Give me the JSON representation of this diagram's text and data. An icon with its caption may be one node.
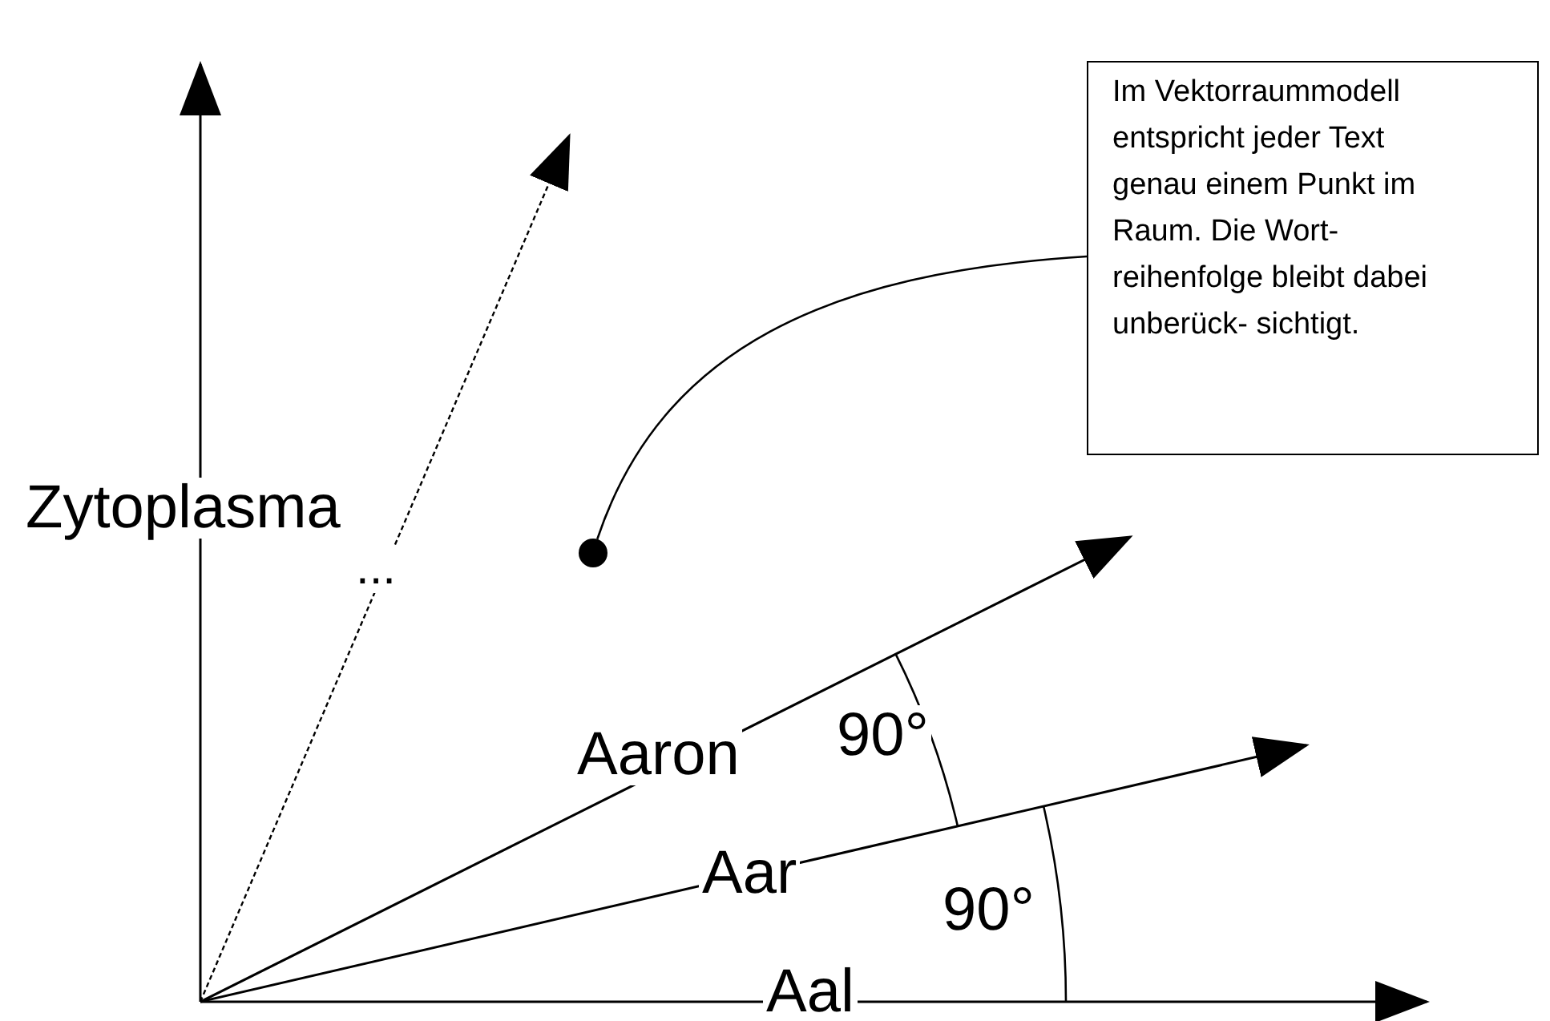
{
  "diagram": {
    "nodes": [
      {
        "text": [
          "Im Vektorraummodell entspricht jeder Text genau einem Punkt im Raum. Die Wort- reihenfolge bleibt dabei unberück- sichtigt."
        ]
      },
      {
        "text": [],
        "shape": "circle"
      }
    ],
    "edges": [
      {
        "from": 0,
        "to": 1,
        "arrow": "none"
      }
    ],
    "labels": [
      "Zytoplasma",
      "...",
      "Aaron",
      "90°",
      "Aar",
      "90°",
      "Aal"
    ]
  }
}
